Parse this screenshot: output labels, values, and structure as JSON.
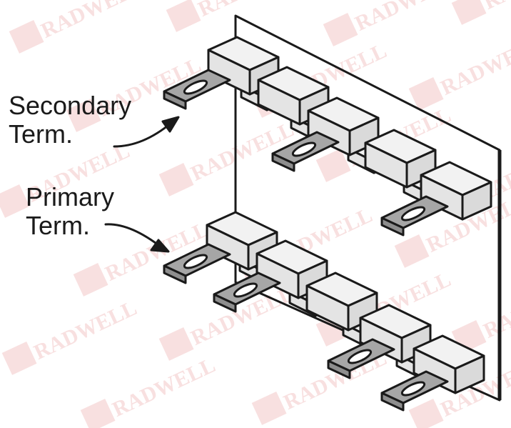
{
  "labels": {
    "secondary_line1": "Secondary",
    "secondary_line2": "Term.",
    "primary_line1": "Primary",
    "primary_line2": "Term."
  },
  "colors": {
    "background": "#ffffff",
    "outline": "#1a1a1a",
    "block_face": "#f2f2f2",
    "block_side": "#e4e4e4",
    "tab_fill": "#8e8e8e",
    "tab_top": "#a6a6a6",
    "watermark": "#f3c7c7"
  },
  "watermark": {
    "logo_text": "RADWELL"
  }
}
